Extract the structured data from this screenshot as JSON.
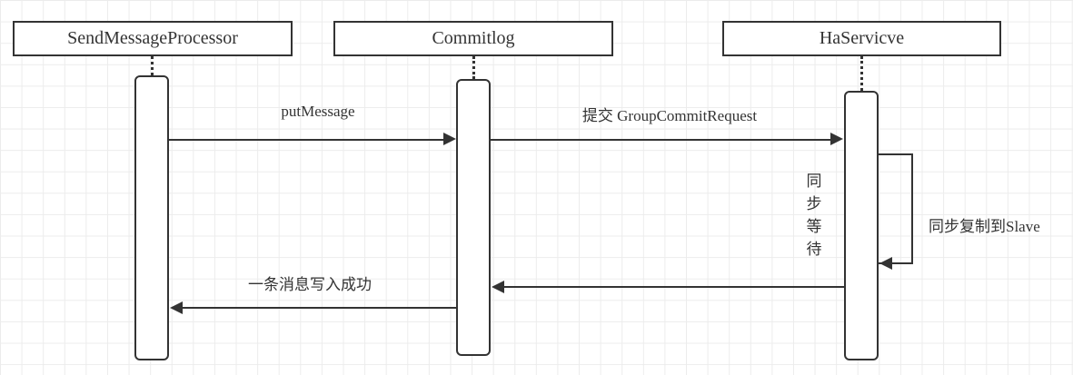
{
  "diagram": {
    "kind": "uml-sequence-diagram",
    "colors": {
      "stroke": "#333333",
      "shape_fill": "#ffffff",
      "background": "#ffffff",
      "grid_line": "#ececec",
      "text": "#333333"
    },
    "lifelines": [
      {
        "label": "SendMessageProcessor"
      },
      {
        "label": "Commitlog"
      },
      {
        "label": "HaServicve"
      }
    ],
    "messages": [
      {
        "label": "putMessage",
        "from": "SendMessageProcessor",
        "to": "Commitlog",
        "direction": "right"
      },
      {
        "label": "提交 GroupCommitRequest",
        "from": "Commitlog",
        "to": "HaServicve",
        "direction": "right"
      },
      {
        "label": "同步复制到Slave",
        "from": "HaServicve",
        "to": "HaServicve",
        "direction": "self"
      },
      {
        "label": "",
        "from": "HaServicve",
        "to": "Commitlog",
        "direction": "left"
      },
      {
        "label": "一条消息写入成功",
        "from": "Commitlog",
        "to": "SendMessageProcessor",
        "direction": "left"
      }
    ],
    "annotations": [
      {
        "label": "同步等待",
        "orientation": "vertical",
        "near": "HaServicve"
      }
    ]
  }
}
